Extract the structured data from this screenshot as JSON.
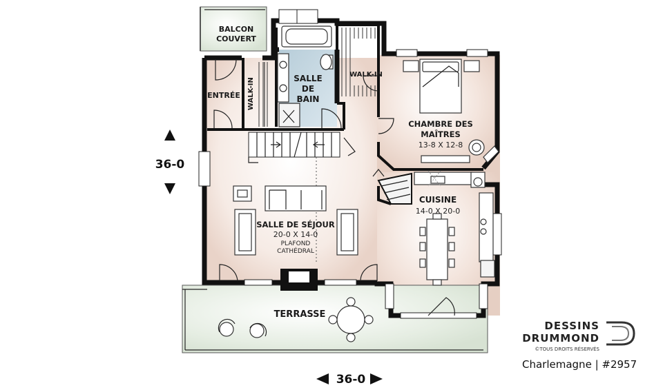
{
  "plan": {
    "rooms": {
      "balcon": {
        "line1": "BALCON",
        "line2": "COUVERT"
      },
      "entree": {
        "name": "ENTRÉE"
      },
      "walkin_entree": {
        "name": "WALK-IN"
      },
      "salle_bain": {
        "line1": "SALLE",
        "line2": "DE",
        "line3": "BAIN"
      },
      "walkin_chambre": {
        "name": "WALK-IN"
      },
      "chambre": {
        "line1": "CHAMBRE DES",
        "line2": "MAÎTRES",
        "size": "13-8 X 12-8"
      },
      "cuisine": {
        "name": "CUISINE",
        "size": "14-0 X 20-0"
      },
      "sejour": {
        "name": "SALLE DE SÉJOUR",
        "size": "20-0 X 14-0",
        "note1": "PLAFOND",
        "note2": "CATHÉDRAL"
      },
      "terrasse": {
        "name": "TERRASSE"
      }
    },
    "dimensions": {
      "depth": "36-0",
      "width": "36-0"
    }
  },
  "brand": {
    "line1": "DESSINS",
    "line2": "DRUMMOND",
    "copyright": "©TOUS DROITS RÉSERVÉS",
    "model": "Charlemagne | #2957"
  },
  "colors": {
    "wall": "#111111",
    "floor_warm": "#efdcd3",
    "floor_bath": "#c4d6e0",
    "terrace": "#dfe8dc"
  }
}
